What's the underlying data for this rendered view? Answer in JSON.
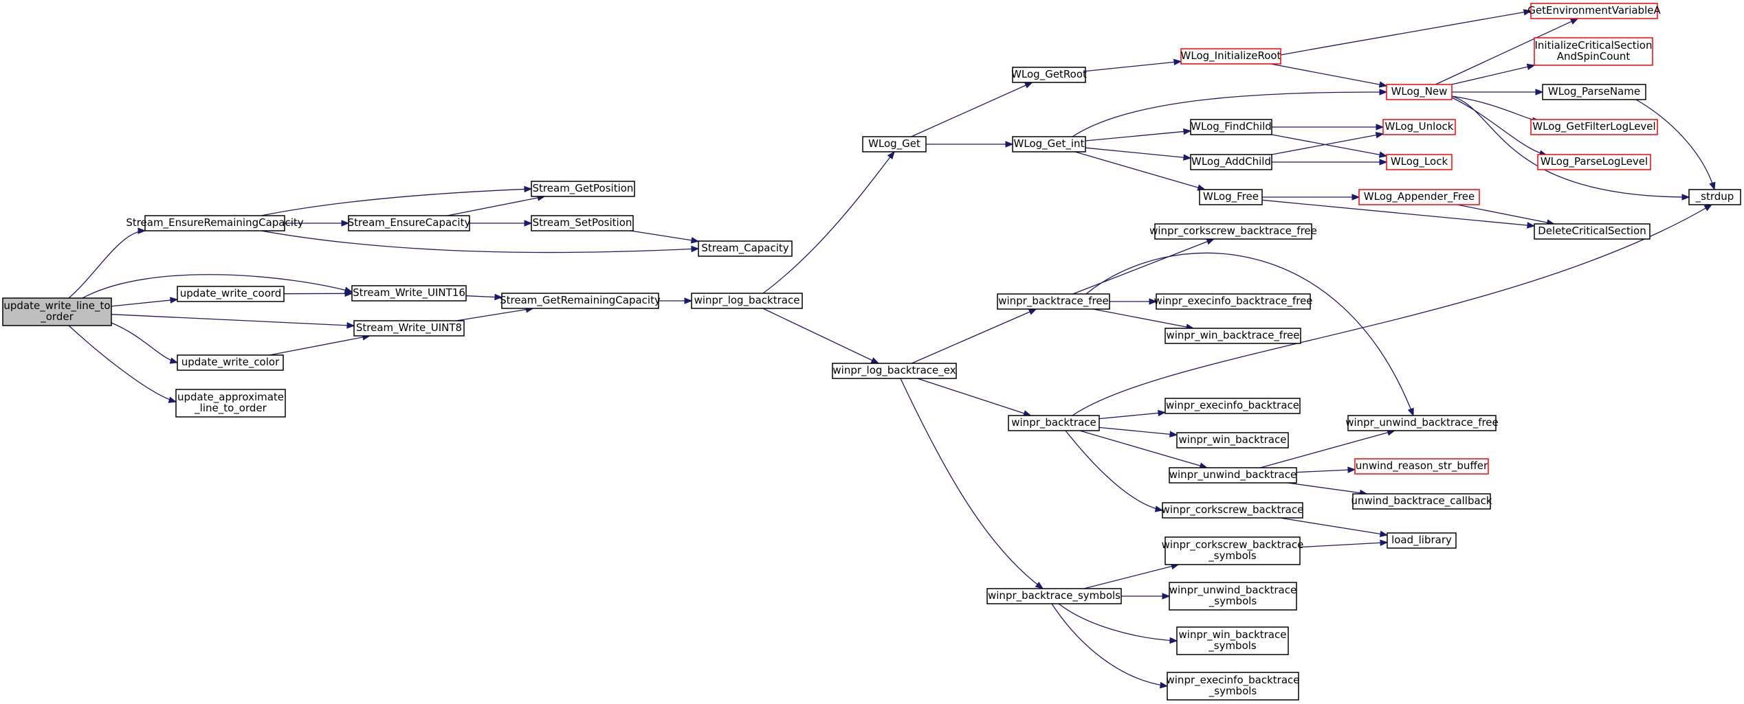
{
  "colors": {
    "edge": "#191970",
    "node_border": "#000000",
    "node_border_truncated": "#ff0000",
    "root_fill": "#bfbfbf",
    "node_fill": "#ffffff"
  },
  "nodes": [
    {
      "id": "root",
      "lines": [
        "update_write_line_to",
        "_order"
      ],
      "kind": "root"
    },
    {
      "id": "ensure_rem",
      "lines": [
        "Stream_EnsureRemainingCapacity"
      ],
      "kind": "normal"
    },
    {
      "id": "update_write_coord",
      "lines": [
        "update_write_coord"
      ],
      "kind": "normal"
    },
    {
      "id": "update_write_color",
      "lines": [
        "update_write_color"
      ],
      "kind": "normal"
    },
    {
      "id": "update_approx",
      "lines": [
        "update_approximate",
        "_line_to_order"
      ],
      "kind": "normal"
    },
    {
      "id": "get_position",
      "lines": [
        "Stream_GetPosition"
      ],
      "kind": "normal"
    },
    {
      "id": "ensure_cap",
      "lines": [
        "Stream_EnsureCapacity"
      ],
      "kind": "normal"
    },
    {
      "id": "set_position",
      "lines": [
        "Stream_SetPosition"
      ],
      "kind": "normal"
    },
    {
      "id": "capacity",
      "lines": [
        "Stream_Capacity"
      ],
      "kind": "normal"
    },
    {
      "id": "write_u16",
      "lines": [
        "Stream_Write_UINT16"
      ],
      "kind": "normal"
    },
    {
      "id": "write_u8",
      "lines": [
        "Stream_Write_UINT8"
      ],
      "kind": "normal"
    },
    {
      "id": "get_rem_cap",
      "lines": [
        "Stream_GetRemainingCapacity"
      ],
      "kind": "normal"
    },
    {
      "id": "log_backtrace",
      "lines": [
        "winpr_log_backtrace"
      ],
      "kind": "normal"
    },
    {
      "id": "wlog_get",
      "lines": [
        "WLog_Get"
      ],
      "kind": "normal"
    },
    {
      "id": "log_backtrace_ex",
      "lines": [
        "winpr_log_backtrace_ex"
      ],
      "kind": "normal"
    },
    {
      "id": "wlog_getroot",
      "lines": [
        "WLog_GetRoot"
      ],
      "kind": "normal"
    },
    {
      "id": "wlog_get_int",
      "lines": [
        "WLog_Get_int"
      ],
      "kind": "normal"
    },
    {
      "id": "wlog_initroot",
      "lines": [
        "WLog_InitializeRoot"
      ],
      "kind": "truncated"
    },
    {
      "id": "wlog_findchild",
      "lines": [
        "WLog_FindChild"
      ],
      "kind": "normal"
    },
    {
      "id": "wlog_addchild",
      "lines": [
        "WLog_AddChild"
      ],
      "kind": "normal"
    },
    {
      "id": "wlog_free",
      "lines": [
        "WLog_Free"
      ],
      "kind": "normal"
    },
    {
      "id": "wlog_new",
      "lines": [
        "WLog_New"
      ],
      "kind": "truncated"
    },
    {
      "id": "wlog_unlock",
      "lines": [
        "WLog_Unlock"
      ],
      "kind": "truncated"
    },
    {
      "id": "wlog_lock",
      "lines": [
        "WLog_Lock"
      ],
      "kind": "truncated"
    },
    {
      "id": "wlog_app_free",
      "lines": [
        "WLog_Appender_Free"
      ],
      "kind": "truncated"
    },
    {
      "id": "get_env",
      "lines": [
        "GetEnvironmentVariableA"
      ],
      "kind": "truncated"
    },
    {
      "id": "init_cs",
      "lines": [
        "InitializeCriticalSection",
        "AndSpinCount"
      ],
      "kind": "truncated"
    },
    {
      "id": "wlog_parsename",
      "lines": [
        "WLog_ParseName"
      ],
      "kind": "normal"
    },
    {
      "id": "wlog_getfilter",
      "lines": [
        "WLog_GetFilterLogLevel"
      ],
      "kind": "truncated"
    },
    {
      "id": "wlog_parseloglevel",
      "lines": [
        "WLog_ParseLogLevel"
      ],
      "kind": "truncated"
    },
    {
      "id": "strdup",
      "lines": [
        "_strdup"
      ],
      "kind": "normal"
    },
    {
      "id": "delete_cs",
      "lines": [
        "DeleteCriticalSection"
      ],
      "kind": "normal"
    },
    {
      "id": "bt_free",
      "lines": [
        "winpr_backtrace_free"
      ],
      "kind": "normal"
    },
    {
      "id": "cs_bt_free",
      "lines": [
        "winpr_corkscrew_backtrace_free"
      ],
      "kind": "normal"
    },
    {
      "id": "ei_bt_free",
      "lines": [
        "winpr_execinfo_backtrace_free"
      ],
      "kind": "normal"
    },
    {
      "id": "win_bt_free",
      "lines": [
        "winpr_win_backtrace_free"
      ],
      "kind": "normal"
    },
    {
      "id": "backtrace",
      "lines": [
        "winpr_backtrace"
      ],
      "kind": "normal"
    },
    {
      "id": "ei_bt",
      "lines": [
        "winpr_execinfo_backtrace"
      ],
      "kind": "normal"
    },
    {
      "id": "win_bt",
      "lines": [
        "winpr_win_backtrace"
      ],
      "kind": "normal"
    },
    {
      "id": "unw_bt",
      "lines": [
        "winpr_unwind_backtrace"
      ],
      "kind": "normal"
    },
    {
      "id": "cs_bt",
      "lines": [
        "winpr_corkscrew_backtrace"
      ],
      "kind": "normal"
    },
    {
      "id": "unw_bt_free",
      "lines": [
        "winpr_unwind_backtrace_free"
      ],
      "kind": "normal"
    },
    {
      "id": "unw_reason",
      "lines": [
        "unwind_reason_str_buffer"
      ],
      "kind": "truncated"
    },
    {
      "id": "unw_cb",
      "lines": [
        "unwind_backtrace_callback"
      ],
      "kind": "normal"
    },
    {
      "id": "load_library",
      "lines": [
        "load_library"
      ],
      "kind": "normal"
    },
    {
      "id": "bt_symbols",
      "lines": [
        "winpr_backtrace_symbols"
      ],
      "kind": "normal"
    },
    {
      "id": "cs_bt_sym",
      "lines": [
        "winpr_corkscrew_backtrace",
        "_symbols"
      ],
      "kind": "normal"
    },
    {
      "id": "unw_bt_sym",
      "lines": [
        "winpr_unwind_backtrace",
        "_symbols"
      ],
      "kind": "normal"
    },
    {
      "id": "win_bt_sym",
      "lines": [
        "winpr_win_backtrace",
        "_symbols"
      ],
      "kind": "normal"
    },
    {
      "id": "ei_bt_sym",
      "lines": [
        "winpr_execinfo_backtrace",
        "_symbols"
      ],
      "kind": "normal"
    }
  ],
  "edges": [
    [
      "root",
      "ensure_rem"
    ],
    [
      "root",
      "write_u16"
    ],
    [
      "root",
      "update_write_coord"
    ],
    [
      "root",
      "write_u8"
    ],
    [
      "root",
      "update_write_color"
    ],
    [
      "root",
      "update_approx"
    ],
    [
      "ensure_rem",
      "get_position"
    ],
    [
      "ensure_rem",
      "ensure_cap"
    ],
    [
      "ensure_rem",
      "capacity"
    ],
    [
      "ensure_cap",
      "get_position"
    ],
    [
      "ensure_cap",
      "set_position"
    ],
    [
      "set_position",
      "capacity"
    ],
    [
      "update_write_coord",
      "write_u16"
    ],
    [
      "update_write_color",
      "write_u8"
    ],
    [
      "write_u16",
      "get_rem_cap"
    ],
    [
      "write_u8",
      "get_rem_cap"
    ],
    [
      "get_rem_cap",
      "log_backtrace"
    ],
    [
      "log_backtrace",
      "wlog_get"
    ],
    [
      "log_backtrace",
      "log_backtrace_ex"
    ],
    [
      "wlog_get",
      "wlog_getroot"
    ],
    [
      "wlog_get",
      "wlog_get_int"
    ],
    [
      "wlog_getroot",
      "wlog_initroot"
    ],
    [
      "wlog_initroot",
      "get_env"
    ],
    [
      "wlog_initroot",
      "wlog_new"
    ],
    [
      "wlog_get_int",
      "wlog_new"
    ],
    [
      "wlog_get_int",
      "wlog_findchild"
    ],
    [
      "wlog_get_int",
      "wlog_addchild"
    ],
    [
      "wlog_get_int",
      "wlog_free"
    ],
    [
      "wlog_findchild",
      "wlog_unlock"
    ],
    [
      "wlog_findchild",
      "wlog_lock"
    ],
    [
      "wlog_addchild",
      "wlog_unlock"
    ],
    [
      "wlog_addchild",
      "wlog_lock"
    ],
    [
      "wlog_free",
      "wlog_app_free"
    ],
    [
      "wlog_free",
      "delete_cs"
    ],
    [
      "wlog_app_free",
      "delete_cs"
    ],
    [
      "wlog_new",
      "get_env"
    ],
    [
      "wlog_new",
      "init_cs"
    ],
    [
      "wlog_new",
      "wlog_parsename"
    ],
    [
      "wlog_new",
      "wlog_getfilter"
    ],
    [
      "wlog_new",
      "wlog_parseloglevel"
    ],
    [
      "wlog_new",
      "strdup"
    ],
    [
      "wlog_parsename",
      "strdup"
    ],
    [
      "log_backtrace_ex",
      "bt_free"
    ],
    [
      "log_backtrace_ex",
      "backtrace"
    ],
    [
      "log_backtrace_ex",
      "bt_symbols"
    ],
    [
      "bt_free",
      "cs_bt_free"
    ],
    [
      "bt_free",
      "ei_bt_free"
    ],
    [
      "bt_free",
      "win_bt_free"
    ],
    [
      "bt_free",
      "unw_bt_free"
    ],
    [
      "backtrace",
      "strdup"
    ],
    [
      "backtrace",
      "ei_bt"
    ],
    [
      "backtrace",
      "win_bt"
    ],
    [
      "backtrace",
      "unw_bt"
    ],
    [
      "backtrace",
      "cs_bt"
    ],
    [
      "unw_bt",
      "unw_bt_free"
    ],
    [
      "unw_bt",
      "unw_reason"
    ],
    [
      "unw_bt",
      "unw_cb"
    ],
    [
      "cs_bt",
      "load_library"
    ],
    [
      "bt_symbols",
      "cs_bt_sym"
    ],
    [
      "bt_symbols",
      "unw_bt_sym"
    ],
    [
      "bt_symbols",
      "win_bt_sym"
    ],
    [
      "bt_symbols",
      "ei_bt_sym"
    ],
    [
      "cs_bt_sym",
      "load_library"
    ]
  ]
}
